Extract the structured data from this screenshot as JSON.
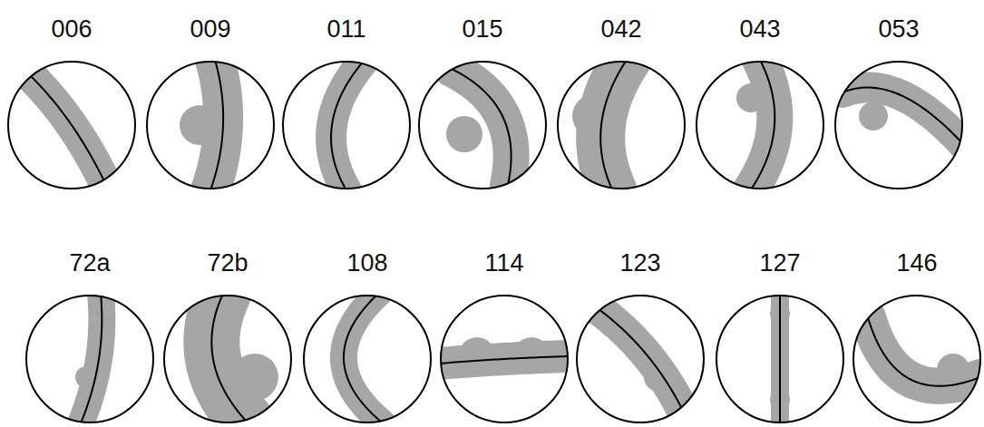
{
  "diagram": {
    "nodes": [
      {
        "text": [
          "006"
        ]
      },
      {
        "text": [
          "009"
        ]
      },
      {
        "text": [
          "011"
        ]
      },
      {
        "text": [
          "015"
        ]
      },
      {
        "text": [
          "042"
        ]
      },
      {
        "text": [
          "043"
        ]
      },
      {
        "text": [
          "053"
        ]
      },
      {
        "text": [
          "72a"
        ]
      },
      {
        "text": [
          "72b"
        ]
      },
      {
        "text": [
          "108"
        ]
      },
      {
        "text": [
          "114"
        ]
      },
      {
        "text": [
          "123"
        ]
      },
      {
        "text": [
          "127"
        ]
      },
      {
        "text": [
          "146"
        ]
      }
    ]
  }
}
